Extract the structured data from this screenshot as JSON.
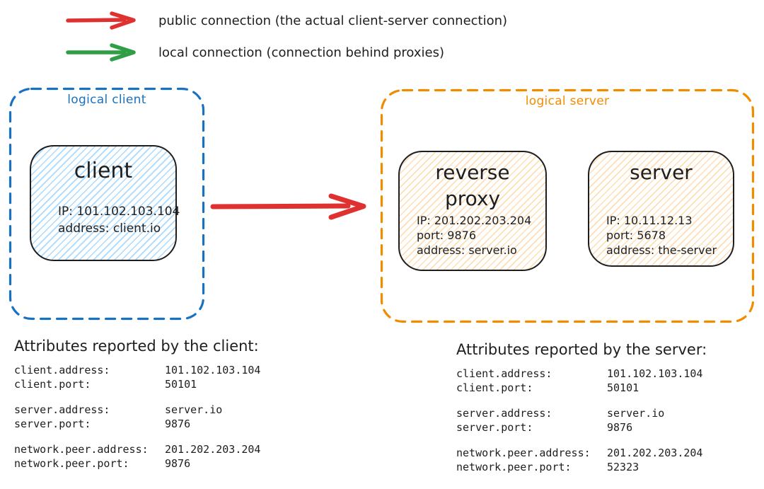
{
  "legend": {
    "items": [
      {
        "id": "public-connection",
        "color": "#e03131",
        "label": "public connection (the actual client-server connection)"
      },
      {
        "id": "local-connection",
        "color": "#2f9e44",
        "label": "local connection (connection behind proxies)"
      }
    ]
  },
  "diagram": {
    "logical_client": {
      "title": "logical client",
      "accent": "#1971c2",
      "fill": "#a5d8ff",
      "nodes": [
        {
          "title": "client",
          "lines": [
            "IP: 101.102.103.104",
            "address: client.io"
          ]
        }
      ]
    },
    "logical_server": {
      "title": "logical server",
      "accent": "#f08c00",
      "fill": "#ffd8a8",
      "nodes": [
        {
          "title": "reverse proxy",
          "lines": [
            "IP: 201.202.203.204",
            "port: 9876",
            "address: server.io"
          ]
        },
        {
          "title": "server",
          "lines": [
            "IP: 10.11.12.13",
            "port: 5678",
            "address: the-server"
          ]
        }
      ]
    },
    "arrow": {
      "type": "public-connection",
      "color": "#e03131"
    }
  },
  "attributes": {
    "client": {
      "title": "Attributes reported by the client:",
      "groups": [
        [
          {
            "key": "client.address:",
            "value": "101.102.103.104"
          },
          {
            "key": "client.port:",
            "value": "50101"
          }
        ],
        [
          {
            "key": "server.address:",
            "value": "server.io"
          },
          {
            "key": "server.port:",
            "value": "9876"
          }
        ],
        [
          {
            "key": "network.peer.address:",
            "value": "201.202.203.204"
          },
          {
            "key": "network.peer.port:",
            "value": "9876"
          }
        ]
      ]
    },
    "server": {
      "title": "Attributes reported by the server:",
      "groups": [
        [
          {
            "key": "client.address:",
            "value": "101.102.103.104"
          },
          {
            "key": "client.port:",
            "value": "50101"
          }
        ],
        [
          {
            "key": "server.address:",
            "value": "server.io"
          },
          {
            "key": "server.port:",
            "value": "9876"
          }
        ],
        [
          {
            "key": "network.peer.address:",
            "value": "201.202.203.204"
          },
          {
            "key": "network.peer.port:",
            "value": "52323"
          }
        ]
      ]
    }
  }
}
